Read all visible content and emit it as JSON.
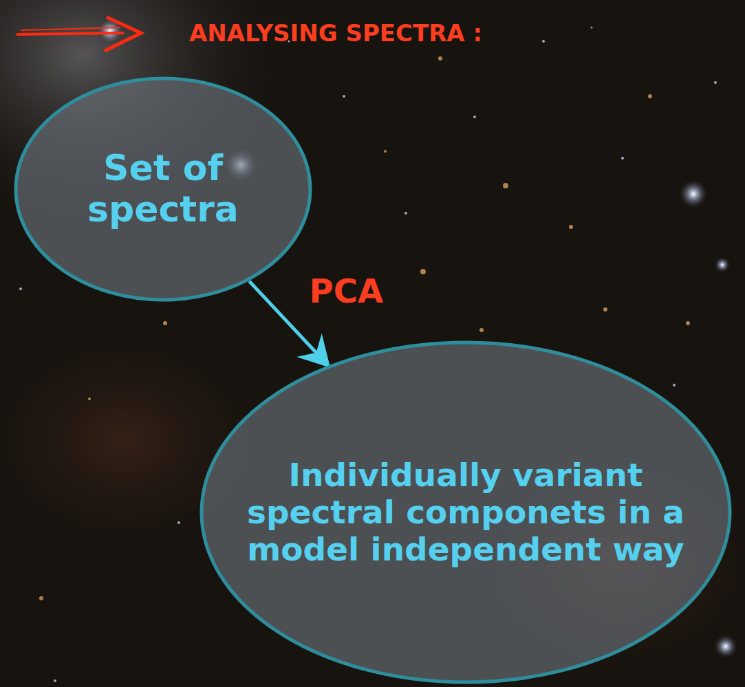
{
  "diagram": {
    "nodes": [
      {
        "text": [
          "Set of spectra"
        ]
      },
      {
        "text": [
          "Individually variant spectral componets in a model independent way"
        ]
      }
    ],
    "edges": [
      {
        "from": 0,
        "to": 1,
        "arrow": "to",
        "label": "PCA"
      }
    ],
    "labels": [
      "ANALYSING SPECTRA :"
    ]
  }
}
